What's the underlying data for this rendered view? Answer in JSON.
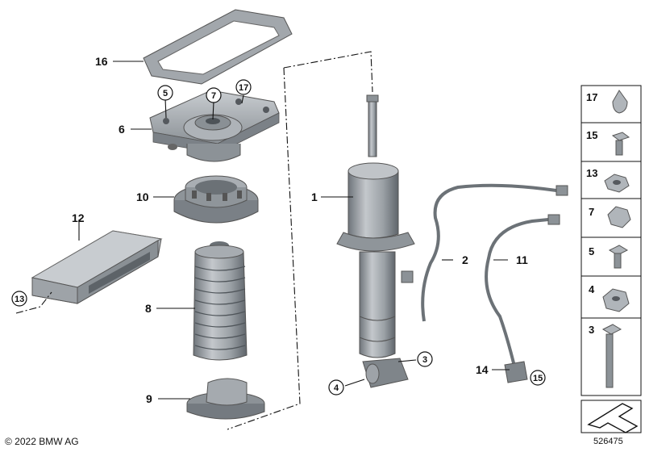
{
  "callouts": {
    "c1": "1",
    "c2": "2",
    "c3": "3",
    "c4": "4",
    "c5": "5",
    "c6": "6",
    "c7": "7",
    "c8": "8",
    "c9": "9",
    "c10": "10",
    "c11": "11",
    "c12": "12",
    "c13": "13",
    "c14": "14",
    "c15": "15",
    "c16": "16",
    "c17": "17"
  },
  "sidebar": [
    "17",
    "15",
    "13",
    "7",
    "5",
    "4",
    "3"
  ],
  "copyright": "© 2022 BMW AG",
  "diagram_id": "526475",
  "colors": {
    "part_fill": "#9ea3a8",
    "part_dark": "#6f757b",
    "part_light": "#c9cdd1",
    "line": "#111111"
  }
}
